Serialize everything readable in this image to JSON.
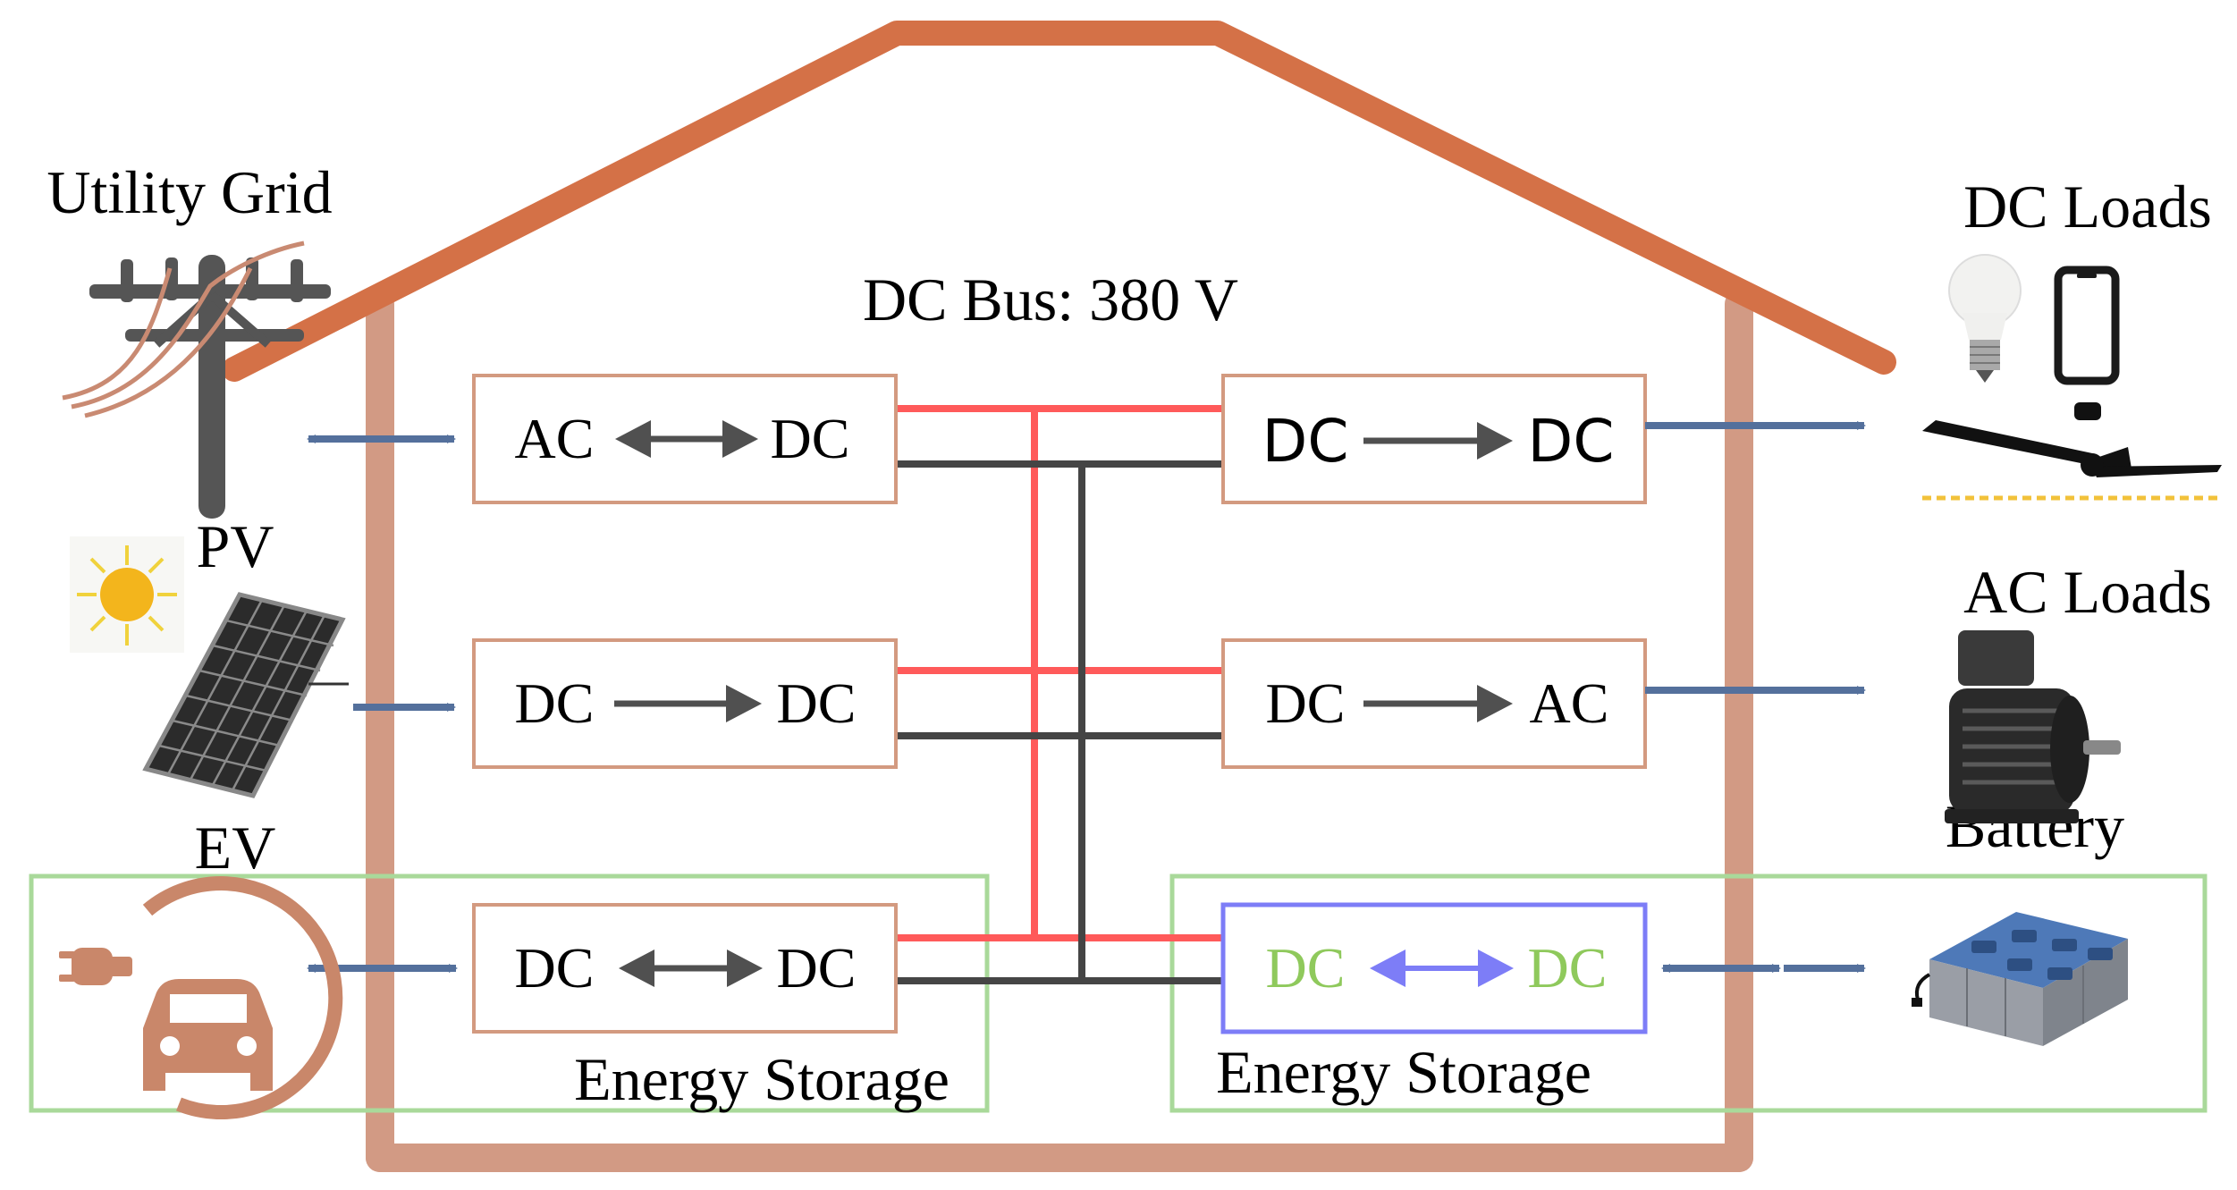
{
  "colors": {
    "roof": "#d47147",
    "walls": "#d29a84",
    "converter_border": "#d39a80",
    "dc_bus_positive": "#ff5a5a",
    "dc_bus_negative": "#454545",
    "flow_arrow": "#54709c",
    "green_group": "#a9d99a",
    "battery_converter_border": "#7d7df7",
    "battery_converter_text": "#8fc95c",
    "ev_icon": "#c9876a",
    "internal_arrow": "#505050"
  },
  "labels": {
    "utility_grid": "Utility Grid",
    "dc_loads": "DC Loads",
    "dc_bus": "DC Bus: 380 V",
    "pv": "PV",
    "ac_loads": "AC Loads",
    "battery": "Battery",
    "ev": "EV",
    "energy_storage_left": "Energy Storage",
    "energy_storage_right": "Energy Storage"
  },
  "converters": {
    "grid": {
      "from": "AC",
      "to": "DC",
      "direction": "bidirectional"
    },
    "pv": {
      "from": "DC",
      "to": "DC",
      "direction": "unidirectional"
    },
    "ev": {
      "from": "DC",
      "to": "DC",
      "direction": "bidirectional"
    },
    "dc_loads": {
      "from": "DC",
      "to": "DC",
      "direction": "unidirectional"
    },
    "ac_loads": {
      "from": "DC",
      "to": "AC",
      "direction": "unidirectional"
    },
    "battery": {
      "from": "DC",
      "to": "DC",
      "direction": "bidirectional"
    }
  },
  "icons": [
    "utility-pole-icon",
    "sun-icon",
    "solar-panel-icon",
    "ev-charging-icon",
    "light-bulb-icon",
    "smartphone-icon",
    "ceiling-fan-icon",
    "motor-icon",
    "battery-bank-icon"
  ]
}
